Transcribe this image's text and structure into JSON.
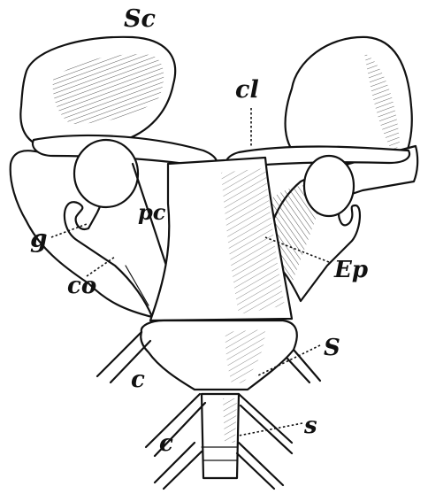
{
  "labels": {
    "sc": "Sc",
    "cl": "cl",
    "pc": "pc",
    "g": "g",
    "co": "co",
    "ep": "Ep",
    "s_upper": "S",
    "c_upper": "c",
    "s_lower": "s",
    "c_lower": "c"
  },
  "colors": {
    "ink": "#111111",
    "paper": "#ffffff"
  }
}
